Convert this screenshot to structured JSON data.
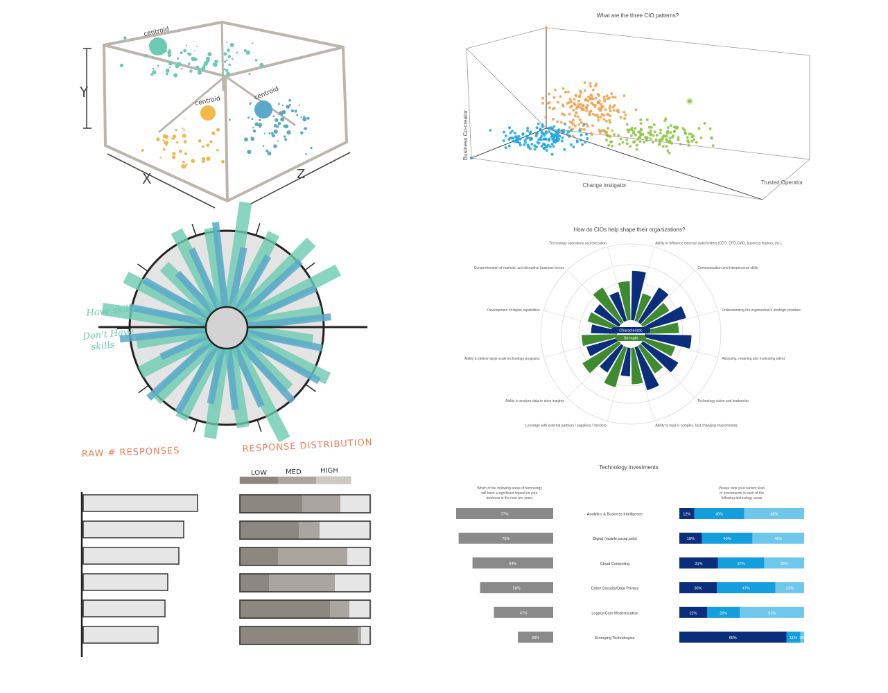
{
  "sketches": {
    "cube": {
      "axis_x": "X",
      "axis_y": "Y",
      "axis_z": "Z",
      "centroid_label": "centroid"
    },
    "radial": {
      "have_label": "Have skills",
      "dont_label_1": "Don't Have",
      "dont_label_2": "skills"
    },
    "raw_title": "RAW # RESPONSES",
    "dist_title": "RESPONSE DISTRIBUTION",
    "legend_low": "LOW",
    "legend_med": "MED",
    "legend_high": "HIGH"
  },
  "colors": {
    "orange": "#f0a04b",
    "blue": "#1da4df",
    "green": "#8cc43f",
    "navy": "#0a2d7c",
    "strength_green": "#3f8a2e",
    "mid_blue": "#149fdc",
    "light_blue": "#6fc8ec",
    "gray_bar": "#8a8a8a",
    "sketch_teal": "#6ccab0",
    "sketch_blue": "#5aa9c8",
    "sketch_yellow": "#f2b84a"
  },
  "chart_data": [
    {
      "type": "scatter",
      "title": "What are the three CIO patterns?",
      "axes": [
        "Change Instigator",
        "Trusted Operator",
        "Business Co-creator"
      ],
      "series": [
        {
          "name": "Business Co-creator",
          "color": "#f0a04b"
        },
        {
          "name": "Change Instigator",
          "color": "#1da4df"
        },
        {
          "name": "Trusted Operator",
          "color": "#8cc43f"
        }
      ]
    },
    {
      "type": "bar",
      "subtype": "radial",
      "title": "How do CIOs help shape their organizations?",
      "center_top": "Characteristic",
      "center_bottom": "Strength",
      "categories": [
        "Ability to influence external stakeholders (CEO, CFO,CMO, business leaders, etc.)",
        "Communication and interpersonal skills",
        "Understanding the organization's strategic priorities",
        "Attracting, retaining and motivating talent",
        "Technology vision and leadership",
        "Ability to lead in complex, fast changing environments",
        "Leverage with external partners / suppliers / Vendors",
        "Ability to analyze data to drive insights",
        "Ability to deliver large scale technology programs",
        "Development of digital capabilities",
        "Comprehension of markets, and disruptive business forces",
        "Technology operations and execution"
      ],
      "series": [
        {
          "name": "Characteristic",
          "values": [
            0.95,
            0.78,
            0.84,
            0.9,
            0.8,
            0.86,
            0.55,
            0.6,
            0.62,
            0.5,
            0.56,
            0.58
          ]
        },
        {
          "name": "Strength",
          "values": [
            0.55,
            0.6,
            0.66,
            0.62,
            0.62,
            0.7,
            0.8,
            0.82,
            0.68,
            0.6,
            0.78,
            0.75
          ]
        }
      ]
    },
    {
      "type": "bar",
      "title": "Technology investments",
      "left_question": [
        "Which of the following areas of technology",
        "will have a significant impact on your",
        "business in the next two years"
      ],
      "right_question": [
        "Please rank your current level",
        "of investments in each of the",
        "following technology areas"
      ],
      "categories": [
        "Analytics & Business Intelligence",
        "Digital (mobile,social,web)",
        "Cloud Computing",
        "Cyber Security/Data Privacy",
        "Legacy/Core Modernization",
        "Emerging Technologies"
      ],
      "impact": [
        77,
        75,
        64,
        58,
        47,
        28
      ],
      "impact_labels": [
        "77%",
        "75%",
        "64%",
        "58%",
        "47%",
        "28%"
      ],
      "investment": [
        {
          "values": [
            12,
            40,
            48
          ],
          "labels": [
            "12%",
            "40%",
            "48%"
          ]
        },
        {
          "values": [
            18,
            40,
            41
          ],
          "labels": [
            "18%",
            "40%",
            "41%"
          ]
        },
        {
          "values": [
            31,
            37,
            32
          ],
          "labels": [
            "31%",
            "37%",
            "32%"
          ]
        },
        {
          "values": [
            30,
            47,
            23
          ],
          "labels": [
            "30%",
            "47%",
            "23%"
          ]
        },
        {
          "values": [
            22,
            26,
            51
          ],
          "labels": [
            "22%",
            "26%",
            "51%"
          ]
        },
        {
          "values": [
            85,
            11,
            3
          ],
          "labels": [
            "85%",
            "11%",
            "3%"
          ]
        }
      ]
    }
  ]
}
